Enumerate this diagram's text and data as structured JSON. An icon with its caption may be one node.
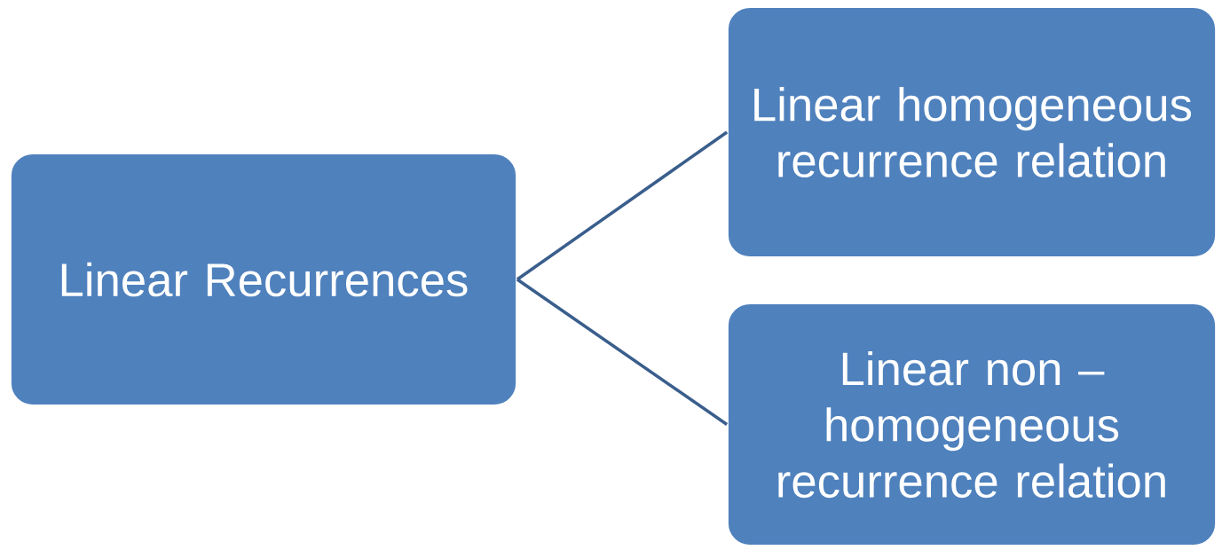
{
  "diagram": {
    "nodes": [
      {
        "text": [
          "Linear Recurrences"
        ]
      },
      {
        "text": [
          "Linear homogeneous recurrence relation"
        ]
      },
      {
        "text": [
          "Linear non – homogeneous recurrence relation"
        ]
      }
    ],
    "edges": [
      {
        "from": 0,
        "to": 1,
        "arrow": "none"
      },
      {
        "from": 0,
        "to": 2,
        "arrow": "none"
      }
    ]
  }
}
